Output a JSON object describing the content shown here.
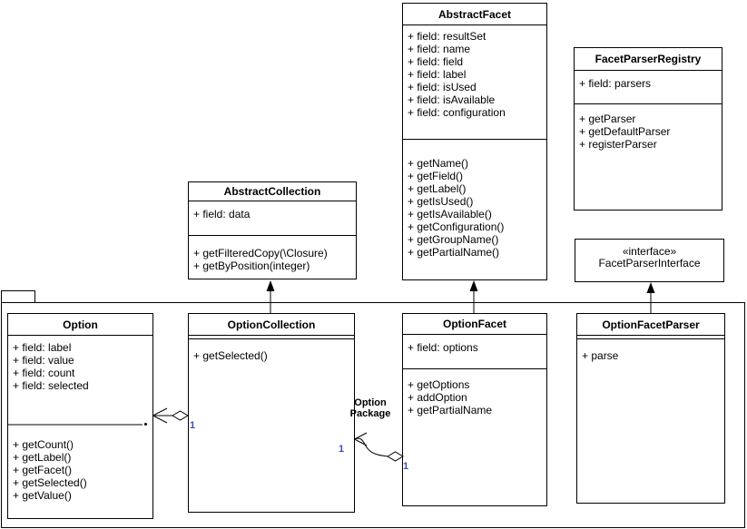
{
  "diagram": {
    "type": "uml-class-diagram",
    "colors": {
      "line": "#000000",
      "background": "#ffffff",
      "text": "#000000",
      "multiplicity": "#3b4fc0"
    },
    "classes": {
      "abstract_facet": {
        "title": "AbstractFacet",
        "fields": [
          "+ field: resultSet",
          "+ field: name",
          "+ field: field",
          "+ field: label",
          "+ field: isUsed",
          "+ field: isAvailable",
          "+ field: configuration"
        ],
        "methods": [
          "+ getName()",
          "+ getField()",
          "+ getLabel()",
          "+ getIsUsed()",
          "+ getIsAvailable()",
          "+ getConfiguration()",
          "+ getGroupName()",
          "+ getPartialName()"
        ]
      },
      "facet_parser_registry": {
        "title": "FacetParserRegistry",
        "fields": [
          "+ field: parsers"
        ],
        "methods": [
          "+ getParser",
          "+ getDefaultParser",
          "+ registerParser"
        ]
      },
      "abstract_collection": {
        "title": "AbstractCollection",
        "fields": [
          "+ field: data"
        ],
        "methods": [
          "+ getFilteredCopy(\\Closure)",
          "+ getByPosition(integer)"
        ]
      },
      "facet_parser_interface": {
        "stereotype": "«interface»",
        "title": "FacetParserInterface"
      },
      "option": {
        "title": "Option",
        "fields": [
          "+ field: label",
          "+ field: value",
          "+ field: count",
          "+ field: selected"
        ],
        "methods": [
          "+ getCount()",
          "+ getLabel()",
          "+ getFacet()",
          "+ getSelected()",
          "+ getValue()"
        ]
      },
      "option_collection": {
        "title": "OptionCollection",
        "methods": [
          "+ getSelected()"
        ]
      },
      "option_facet": {
        "title": "OptionFacet",
        "fields": [
          "+ field: options"
        ],
        "methods": [
          "+ getOptions",
          "+ addOption",
          "+ getPartialName"
        ]
      },
      "option_facet_parser": {
        "title": "OptionFacetParser",
        "methods": [
          "+ parse"
        ]
      }
    },
    "relationships": {
      "package_label_line1": "Option",
      "package_label_line2": "Package",
      "multiplicity_collection_option": "1",
      "multiplicity_facet_collection_left": "1",
      "multiplicity_facet_collection_right": "1"
    }
  }
}
